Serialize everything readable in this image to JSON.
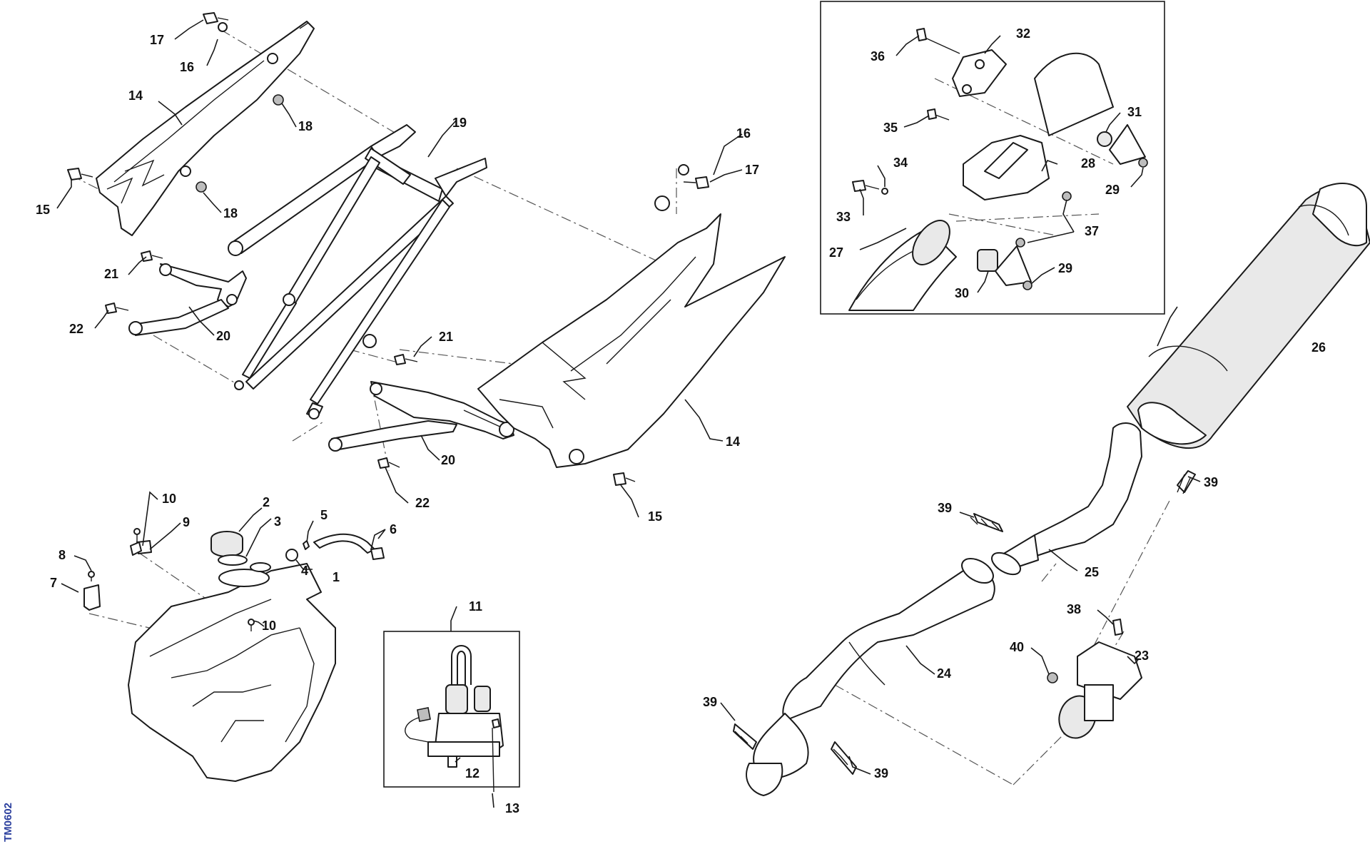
{
  "diagram": {
    "code": "TM0602",
    "callouts": [
      {
        "id": "c17a",
        "text": "17"
      },
      {
        "id": "c16a",
        "text": "16"
      },
      {
        "id": "c14a",
        "text": "14"
      },
      {
        "id": "c18a",
        "text": "18"
      },
      {
        "id": "c19",
        "text": "19"
      },
      {
        "id": "c18b",
        "text": "18"
      },
      {
        "id": "c15a",
        "text": "15"
      },
      {
        "id": "c21a",
        "text": "21"
      },
      {
        "id": "c22a",
        "text": "22"
      },
      {
        "id": "c20a",
        "text": "20"
      },
      {
        "id": "c16b",
        "text": "16"
      },
      {
        "id": "c17b",
        "text": "17"
      },
      {
        "id": "c21b",
        "text": "21"
      },
      {
        "id": "c20b",
        "text": "20"
      },
      {
        "id": "c14b",
        "text": "14"
      },
      {
        "id": "c22b",
        "text": "22"
      },
      {
        "id": "c15b",
        "text": "15"
      },
      {
        "id": "c10a",
        "text": "10"
      },
      {
        "id": "c9",
        "text": "9"
      },
      {
        "id": "c2",
        "text": "2"
      },
      {
        "id": "c3",
        "text": "3"
      },
      {
        "id": "c5",
        "text": "5"
      },
      {
        "id": "c6",
        "text": "6"
      },
      {
        "id": "c8",
        "text": "8"
      },
      {
        "id": "c4",
        "text": "4"
      },
      {
        "id": "c1",
        "text": "1"
      },
      {
        "id": "c7",
        "text": "7"
      },
      {
        "id": "c10b",
        "text": "10"
      },
      {
        "id": "c11",
        "text": "11"
      },
      {
        "id": "c12",
        "text": "12"
      },
      {
        "id": "c13",
        "text": "13"
      },
      {
        "id": "c36",
        "text": "36"
      },
      {
        "id": "c32",
        "text": "32"
      },
      {
        "id": "c35",
        "text": "35"
      },
      {
        "id": "c31",
        "text": "31"
      },
      {
        "id": "c34",
        "text": "34"
      },
      {
        "id": "c28",
        "text": "28"
      },
      {
        "id": "c29a",
        "text": "29"
      },
      {
        "id": "c33",
        "text": "33"
      },
      {
        "id": "c37",
        "text": "37"
      },
      {
        "id": "c27",
        "text": "27"
      },
      {
        "id": "c30",
        "text": "30"
      },
      {
        "id": "c29b",
        "text": "29"
      },
      {
        "id": "c26",
        "text": "26"
      },
      {
        "id": "c39a",
        "text": "39"
      },
      {
        "id": "c39b",
        "text": "39"
      },
      {
        "id": "c25",
        "text": "25"
      },
      {
        "id": "c38",
        "text": "38"
      },
      {
        "id": "c40",
        "text": "40"
      },
      {
        "id": "c23",
        "text": "23"
      },
      {
        "id": "c24",
        "text": "24"
      },
      {
        "id": "c39c",
        "text": "39"
      },
      {
        "id": "c39d",
        "text": "39"
      }
    ]
  }
}
